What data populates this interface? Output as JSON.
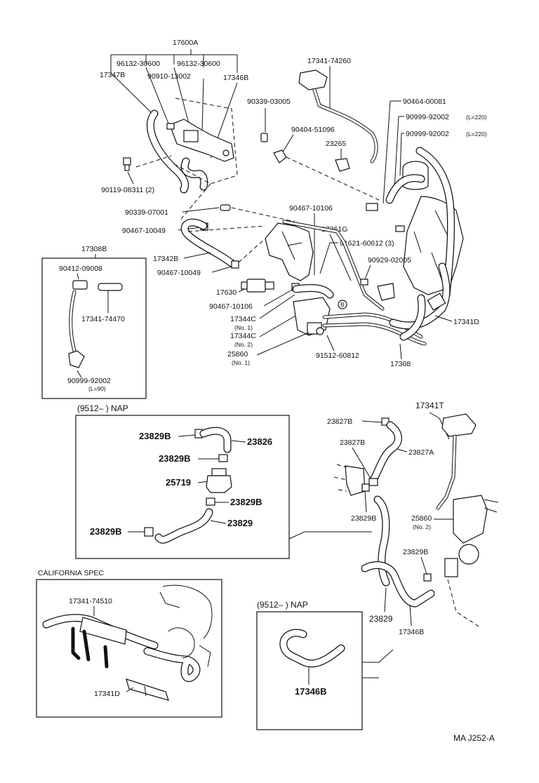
{
  "diagram_code": "MA  J252-A",
  "main_section": {
    "assembly_label": "17600A",
    "labels": [
      "96132-30600",
      "96132-30600",
      "17347B",
      "90910-13002",
      "17346B",
      "17341-74260",
      "90339-03005",
      "90404-51096",
      "23265",
      "90464-00081",
      "90999-92002",
      "(L=220)",
      "90999-92002",
      "(L=220)",
      "90119-08311 (2)",
      "90339-07001",
      "90467-10106",
      "17361G",
      "90467-10049",
      "91621-60612 (3)",
      "17342B",
      "90467-10049",
      "90929-02005",
      "17630",
      "90467-10106",
      "17344C",
      "(No. 1)",
      "17344C",
      "(No. 2)",
      "25860",
      "(No. 1)",
      "91512-60812",
      "17308",
      "17341D"
    ],
    "circle_marker": "B"
  },
  "inset_17308B": {
    "title": "17308B",
    "labels": [
      "90412-09008",
      "17341-74470",
      "90999-92002",
      "(L=90)"
    ]
  },
  "nap_box_1": {
    "title": "(9512–        ) NAP",
    "labels": [
      "23829B",
      "23826",
      "23829B",
      "25719",
      "23829B",
      "23829B",
      "23829"
    ]
  },
  "right_section": {
    "labels": [
      "17341T",
      "23827B",
      "23827B",
      "23827A",
      "23829B",
      "25860",
      "(No. 2)",
      "23829B",
      "23829",
      "17346B"
    ]
  },
  "california_box": {
    "title": "CALIFORNIA SPEC",
    "labels": [
      "17341-74510",
      "17341D"
    ]
  },
  "nap_box_2": {
    "title": "(9512–        ) NAP",
    "labels": [
      "17346B"
    ]
  }
}
